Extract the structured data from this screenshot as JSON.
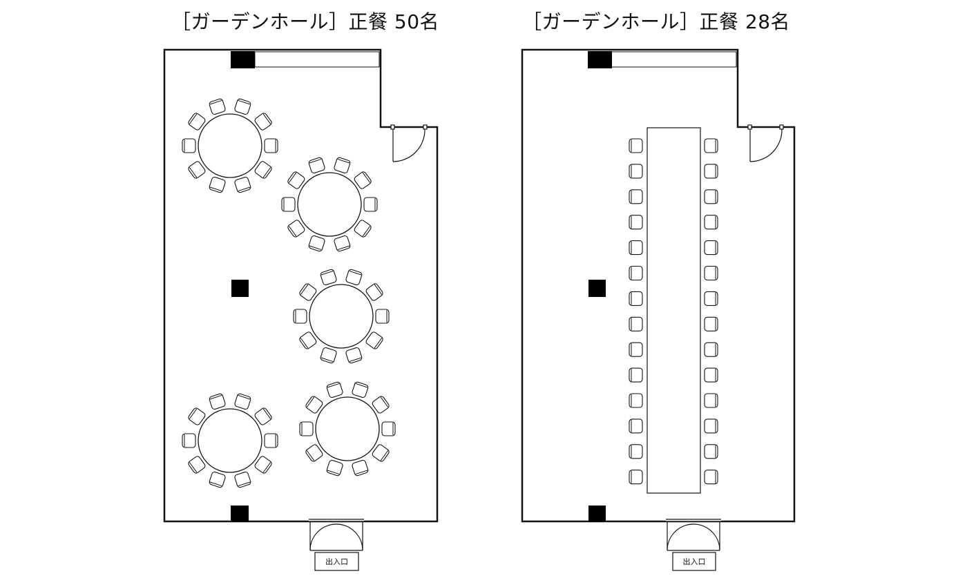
{
  "layouts": [
    {
      "title": "［ガーデンホール］正餐 50名",
      "entrance_label": "出入口"
    },
    {
      "title": "［ガーデンホール］正餐 28名",
      "entrance_label": "出入口"
    }
  ],
  "colors": {
    "line": "#111111",
    "pillar": "#000000",
    "background": "#ffffff"
  }
}
